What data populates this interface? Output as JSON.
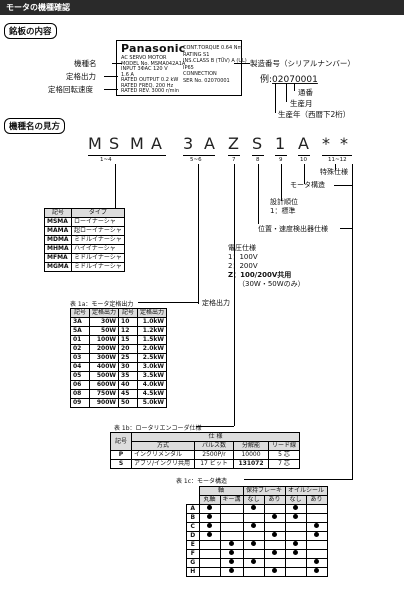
{
  "header": "モータの機種確認",
  "nameplate_section": {
    "title": "銘板の内容",
    "plate_brand": "Panasonic",
    "plate_left": [
      "AC SERVO MOTOR",
      "MODEL No. MSMA042A1A",
      "INPUT 3ΦAC  120  V",
      "  1.6  A",
      "RATED OUTPUT  0.2  kW",
      "RATED FREQ.  200  Hz",
      "RATED REV.  3000  r/min"
    ],
    "plate_right": [
      "CONT.TORQUE  0.64  Nm",
      "RATING  S1",
      "INS.CLASS  B (TÜV)  A (UL)",
      "IP65",
      "CONNECTION",
      "SER No.  02070001"
    ],
    "callouts": [
      "機種名",
      "定格出力",
      "定格回転速度"
    ],
    "serial_label": "製造番号（シリアルナンバー）",
    "serial_example_prefix": "例:",
    "serial_example": "02070001",
    "serial_parts": [
      "通番",
      "生産月",
      "生産年（西暦下2桁）"
    ]
  },
  "model_section": {
    "title": "機種名の見方",
    "chars": [
      "M",
      "S",
      "M",
      "A",
      "3",
      "A",
      "Z",
      "S",
      "1",
      "A",
      "*",
      "*"
    ],
    "positions": [
      "1~4",
      "5~6",
      "7",
      "8",
      "9",
      "10",
      "11~12"
    ],
    "type_table": {
      "headers": [
        "記号",
        "タイプ"
      ],
      "rows": [
        [
          "MSMA",
          "ローイナーシャ"
        ],
        [
          "MAMA",
          "超ローイナーシャ"
        ],
        [
          "MDMA",
          "ミドルイナーシャ"
        ],
        [
          "MHMA",
          "ハイイナーシャ"
        ],
        [
          "MFMA",
          "ミドルイナーシャ"
        ],
        [
          "MGMA",
          "ミドルイナーシャ"
        ]
      ]
    },
    "special": "特殊仕様",
    "motor_structure": "モータ構造",
    "design_order": [
      "設計順位",
      "1：標準"
    ],
    "encoder": "位置・速度検出器仕様",
    "voltage": {
      "title": "電圧仕様",
      "items": [
        "1：100V",
        "2：200V"
      ],
      "common": "Z：100/200V共用",
      "common_note": "（30W・50Wのみ）"
    },
    "rated_output_label": "定格出力",
    "table1a": {
      "caption": "表 1a：モータ定格出力",
      "headers": [
        "記号",
        "定格出力",
        "記号",
        "定格出力"
      ],
      "rows": [
        [
          "3A",
          "30W",
          "10",
          "1.0kW"
        ],
        [
          "5A",
          "50W",
          "12",
          "1.2kW"
        ],
        [
          "01",
          "100W",
          "15",
          "1.5kW"
        ],
        [
          "02",
          "200W",
          "20",
          "2.0kW"
        ],
        [
          "03",
          "300W",
          "25",
          "2.5kW"
        ],
        [
          "04",
          "400W",
          "30",
          "3.0kW"
        ],
        [
          "05",
          "500W",
          "35",
          "3.5kW"
        ],
        [
          "06",
          "600W",
          "40",
          "4.0kW"
        ],
        [
          "08",
          "750W",
          "45",
          "4.5kW"
        ],
        [
          "09",
          "900W",
          "50",
          "5.0kW"
        ]
      ]
    },
    "table1b": {
      "caption": "表 1b：ロータリエンコーダ仕様",
      "h_symbol": "記号",
      "h_spec": "仕 様",
      "headers": [
        "方式",
        "パルス数",
        "分解能",
        "リード線"
      ],
      "rows": [
        [
          "P",
          "インクリメンタル",
          "2500P/r",
          "10000",
          "5 芯"
        ],
        [
          "S",
          "アブソ/インクリ共用",
          "17 ビット",
          "131072",
          "7 芯"
        ]
      ]
    },
    "table1c": {
      "caption": "表 1c：モータ構造",
      "groups": [
        "軸",
        "保持ブレーキ",
        "オイルシール"
      ],
      "subs": [
        "丸軸",
        "キー溝",
        "なし",
        "あり",
        "なし",
        "あり"
      ],
      "rows": [
        [
          "A",
          [
            1,
            0,
            1,
            0,
            1,
            0
          ]
        ],
        [
          "B",
          [
            1,
            0,
            0,
            1,
            1,
            0
          ]
        ],
        [
          "C",
          [
            1,
            0,
            1,
            0,
            0,
            1
          ]
        ],
        [
          "D",
          [
            1,
            0,
            0,
            1,
            0,
            1
          ]
        ],
        [
          "E",
          [
            0,
            1,
            1,
            0,
            1,
            0
          ]
        ],
        [
          "F",
          [
            0,
            1,
            0,
            1,
            1,
            0
          ]
        ],
        [
          "G",
          [
            0,
            1,
            1,
            0,
            0,
            1
          ]
        ],
        [
          "H",
          [
            0,
            1,
            0,
            1,
            0,
            1
          ]
        ]
      ]
    }
  }
}
